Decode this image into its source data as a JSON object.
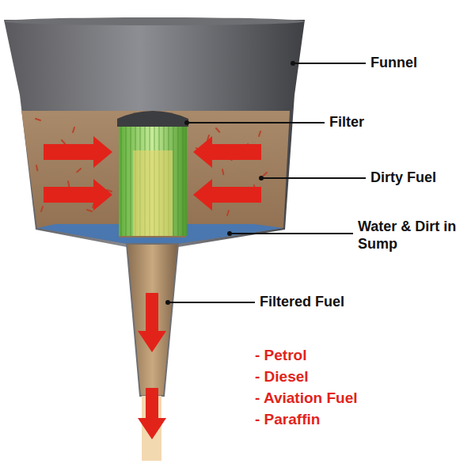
{
  "diagram": {
    "labels": [
      "Funnel",
      "Filter",
      "Dirty Fuel",
      "Water & Dirt in Sump",
      "Filtered Fuel",
      "- Petrol",
      "- Diesel",
      "- Aviation Fuel",
      "- Paraffin"
    ]
  }
}
